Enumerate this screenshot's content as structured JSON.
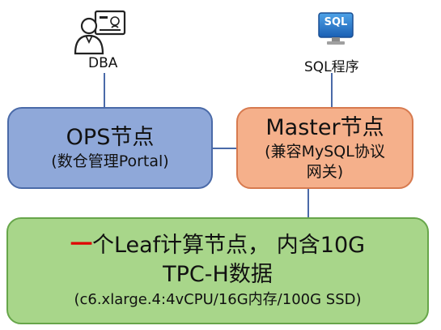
{
  "dba": {
    "label": "DBA",
    "icon": "admin-user-icon"
  },
  "sql": {
    "badge": "SQL",
    "label": "SQL程序",
    "icon": "sql-monitor-icon"
  },
  "ops": {
    "title": "OPS节点",
    "subtitle": "(数仓管理Portal)"
  },
  "master": {
    "title": "Master节点",
    "subtitle_line1": "(兼容MySQL协议",
    "subtitle_line2": "网关)"
  },
  "leaf": {
    "emphasis": "一",
    "line1": "个Leaf计算节点， 内含10G",
    "line2": "TPC-H数据",
    "line3": "(c6.xlarge.4:4vCPU/16G内存/100G SSD)"
  },
  "colors": {
    "ops_fill": "#8fa8d9",
    "master_fill": "#f5b08b",
    "leaf_fill": "#a8d68a",
    "connector": "#4a6aa8",
    "emphasis": "#e00000"
  }
}
